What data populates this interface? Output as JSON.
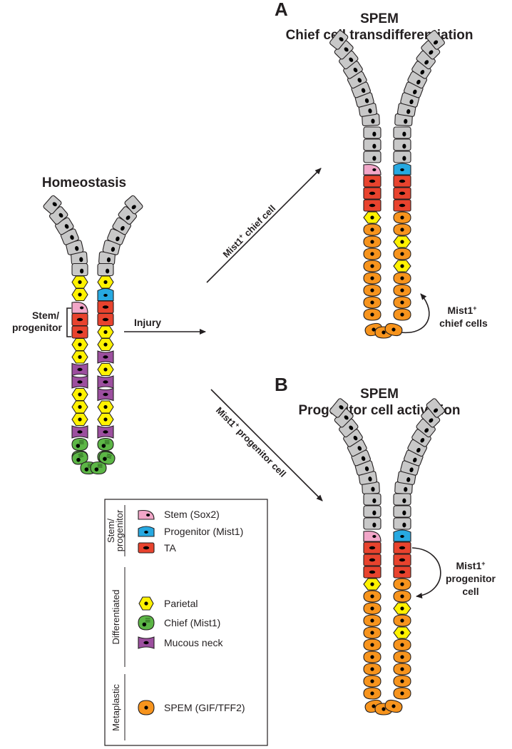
{
  "colors": {
    "gray": "#c8c8c8",
    "stem": "#f2a6c8",
    "progenitor": "#27a9e1",
    "ta": "#e8432e",
    "parietal": "#fff200",
    "chief": "#5cb646",
    "mucous_neck": "#9c4f9f",
    "spem": "#f7941d",
    "outline": "#231f20",
    "nucleus": "#000000"
  },
  "panel_letters": {
    "a": "A",
    "b": "B"
  },
  "titles": {
    "homeostasis": "Homeostasis",
    "a_line1": "SPEM",
    "a_line2": "Chief cell transdifferentiation",
    "b_line1": "SPEM",
    "b_line2": "Progenitor cell activation"
  },
  "labels": {
    "stem_line1": "Stem/",
    "stem_line2": "progenitor",
    "injury": "Injury",
    "arrow_a": "Mist1",
    "arrow_a_rest": " chief cell",
    "arrow_b": "Mist1",
    "arrow_b_rest": " progenitor cell",
    "superscript": "+",
    "a_side_line1": "Mist1",
    "a_side_line2": "chief cells",
    "b_side_line1": "Mist1",
    "b_side_line2": "progenitor",
    "b_side_line3": "cell"
  },
  "legend": {
    "groups": [
      {
        "title_line1": "Stem/",
        "title_line2": "progenitor"
      },
      {
        "title_line1": "Differentiated",
        "title_line2": ""
      },
      {
        "title_line1": "Metaplastic",
        "title_line2": ""
      }
    ],
    "items": [
      {
        "label": "Stem (Sox2)",
        "icon": "stem-cell-icon"
      },
      {
        "label": "Progenitor (Mist1)",
        "icon": "progenitor-cell-icon"
      },
      {
        "label": "TA",
        "icon": "ta-cell-icon"
      },
      {
        "label": "Parietal",
        "icon": "parietal-cell-icon"
      },
      {
        "label": "Chief (Mist1)",
        "icon": "chief-cell-icon"
      },
      {
        "label": "Mucous neck",
        "icon": "mucous-neck-cell-icon"
      },
      {
        "label": "SPEM (GIF/TFF2)",
        "icon": "spem-cell-icon"
      }
    ]
  }
}
